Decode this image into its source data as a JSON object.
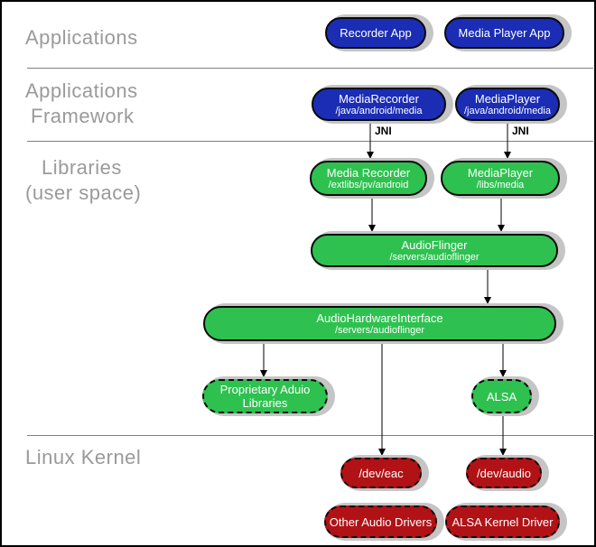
{
  "colors": {
    "app_blue": "#1b2db4",
    "lib_green": "#2ec150",
    "kernel_red": "#b11216",
    "shadow_gray": "#c5c5c5",
    "layer_label_gray": "#9a9a9a",
    "divider_gray": "#808080"
  },
  "layers": {
    "applications": {
      "label": "Applications"
    },
    "framework": {
      "line1": "Applications",
      "line2": "Framework"
    },
    "libraries": {
      "line1": "Libraries",
      "line2": "(user space)"
    },
    "kernel": {
      "label": "Linux Kernel"
    }
  },
  "labels": {
    "jni": "JNI"
  },
  "nodes": {
    "recorder_app": {
      "title": "Recorder App"
    },
    "media_player_app": {
      "title": "Media Player App"
    },
    "media_recorder_fw": {
      "title": "MediaRecorder",
      "subtitle": "/java/android/media"
    },
    "media_player_fw": {
      "title": "MediaPlayer",
      "subtitle": "/java/android/media"
    },
    "media_recorder_lib": {
      "title": "Media Recorder",
      "subtitle": "/extlibs/pv/android"
    },
    "media_player_lib": {
      "title": "MediaPlayer",
      "subtitle": "/libs/media"
    },
    "audio_flinger": {
      "title": "AudioFlinger",
      "subtitle": "/servers/audioflinger"
    },
    "audio_hw_interface": {
      "title": "AudioHardwareInterface",
      "subtitle": "/servers/audioflinger"
    },
    "proprietary_audio_libs": {
      "title": "Proprietary Aduio Libraries"
    },
    "alsa": {
      "title": "ALSA"
    },
    "dev_eac": {
      "title": "/dev/eac"
    },
    "dev_audio": {
      "title": "/dev/audio"
    },
    "other_audio_drivers": {
      "title": "Other Audio Drivers"
    },
    "alsa_kernel_driver": {
      "title": "ALSA Kernel Driver"
    }
  }
}
